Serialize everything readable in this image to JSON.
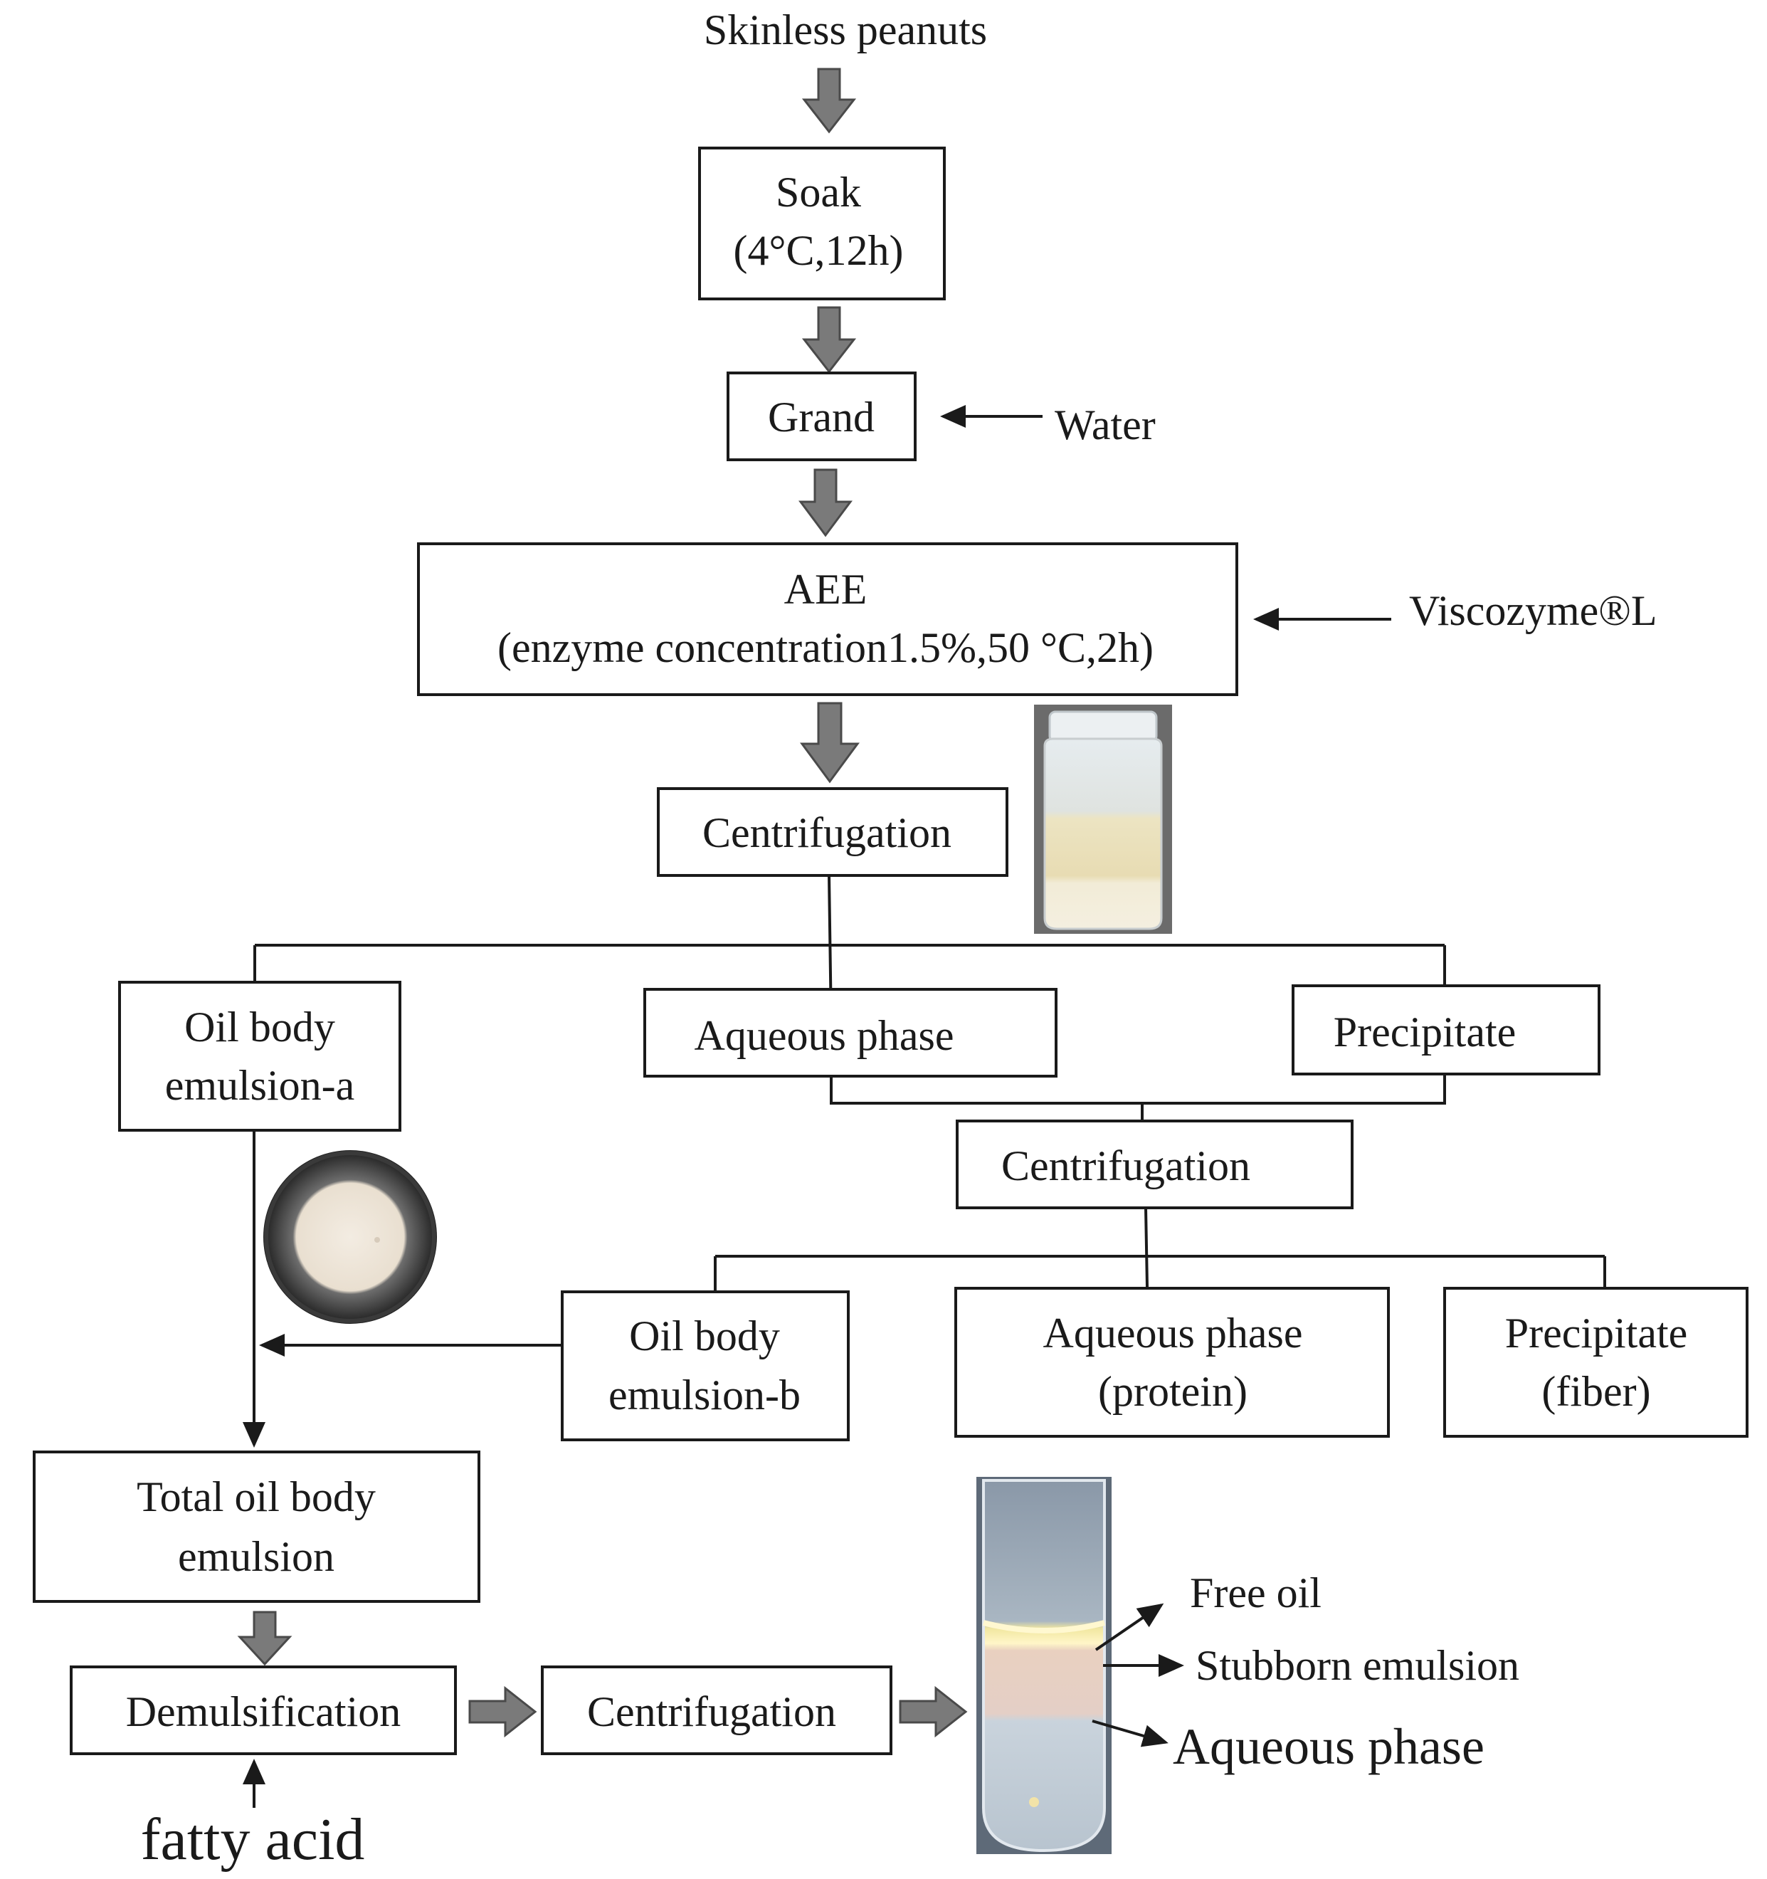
{
  "input": "Skinless peanuts",
  "soak": {
    "line1": "Soak",
    "line2": "(4°C,12h)"
  },
  "grand": "Grand",
  "water": "Water",
  "aee": {
    "line1": "AEE",
    "line2": "(enzyme concentration1.5%,50 °C,2h)"
  },
  "viscozyme": "Viscozyme®L",
  "centrifugation_1": "Centrifugation",
  "oil_body_a": {
    "line1": "Oil body",
    "line2": "emulsion-a"
  },
  "aqueous_phase_1": "Aqueous phase",
  "precipitate_1": "Precipitate",
  "centrifugation_2": "Centrifugation",
  "oil_body_b": {
    "line1": "Oil body",
    "line2": "emulsion-b"
  },
  "aqueous_phase_2": {
    "line1": "Aqueous phase",
    "line2": "(protein)"
  },
  "precipitate_2": {
    "line1": "Precipitate",
    "line2": "(fiber)"
  },
  "total_oil": {
    "line1": "Total oil body",
    "line2": "emulsion"
  },
  "demulsification": "Demulsification",
  "fatty_acid": "fatty acid",
  "centrifugation_3": "Centrifugation",
  "free_oil": "Free oil",
  "stubborn_emulsion": "Stubborn emulsion",
  "aqueous_phase_3": "Aqueous phase"
}
